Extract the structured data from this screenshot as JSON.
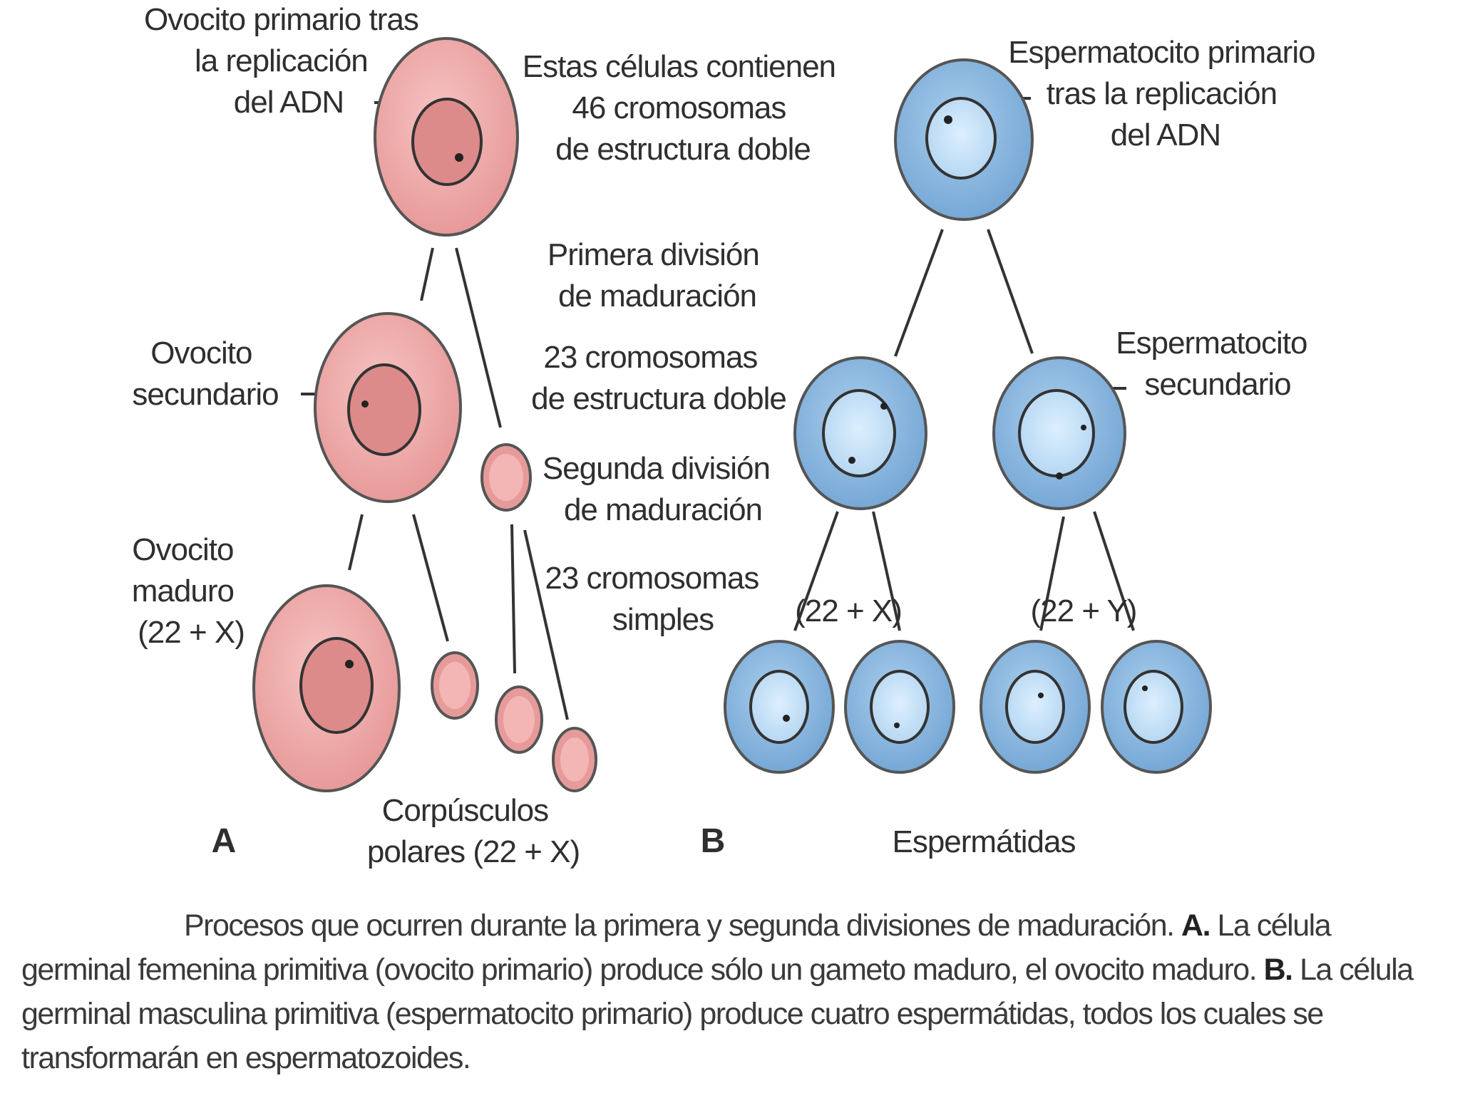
{
  "colors": {
    "oocyte_fill": "#eaa3a3",
    "oocyte_nucleus": "#dd8e8e",
    "sperm_fill": "#7fb0dc",
    "sperm_inner": "#b8d8f0",
    "line": "#333333"
  },
  "labels": {
    "primary_oocyte": [
      "Ovocito primario tras",
      "la replicación",
      "del ADN"
    ],
    "secondary_oocyte": [
      "Ovocito",
      "secundario"
    ],
    "mature_oocyte": [
      "Ovocito",
      "maduro",
      "(22 + X)"
    ],
    "polar_bodies": [
      "Corpúsculos",
      "polares (22 + X)"
    ],
    "panel_a": "A",
    "panel_b": "B",
    "chromosomes_46": [
      "Estas células contienen",
      "46 cromosomas",
      "de estructura doble"
    ],
    "first_division": [
      "Primera división",
      "de maduración"
    ],
    "chromosomes_23_double": [
      "23 cromosomas",
      "de estructura doble"
    ],
    "second_division": [
      "Segunda división",
      "de maduración"
    ],
    "chromosomes_23_simple": [
      "23 cromosomas",
      "simples"
    ],
    "primary_spermatocyte": [
      "Espermatocito primario",
      "tras la replicación",
      "del ADN"
    ],
    "secondary_spermatocyte": [
      "Espermatocito",
      "secundario"
    ],
    "karyotype_x": "(22 + X)",
    "karyotype_y": "(22 + Y)",
    "spermatids": "Espermátidas"
  },
  "caption": {
    "intro": "Procesos que ocurren durante la primera y segunda divisiones de maduración.",
    "a_marker": "A.",
    "a_text": "La célula germinal femenina primitiva (ovocito primario) produce sólo un gameto maduro, el ovocito maduro.",
    "b_marker": "B.",
    "b_text": "La célula germinal masculina primitiva (espermatocito primario) produce cuatro espermátidas, todos los cuales se transformarán en espermatozoides."
  }
}
